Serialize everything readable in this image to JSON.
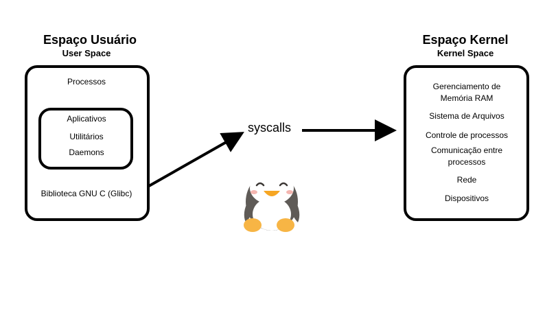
{
  "user_space": {
    "title": "Espaço Usuário",
    "subtitle": "User Space",
    "top_label": "Processos",
    "inner_items": [
      "Aplicativos",
      "Utilitários",
      "Daemons"
    ],
    "bottom_label": "Biblioteca GNU C (Glibc)"
  },
  "syscalls_label": "syscalls",
  "kernel_space": {
    "title": "Espaço Kernel",
    "subtitle": "Kernel Space",
    "items": [
      "Gerenciamento de Memória RAM",
      "Sistema de Arquivos",
      "Controle de processos",
      "Comunicação entre processos",
      "Rede",
      "Dispositivos"
    ]
  },
  "colors": {
    "line": "#000000",
    "penguin_body": "#5f5b57",
    "penguin_belly": "#ffffff",
    "penguin_beak": "#f6a623",
    "penguin_feet": "#f7b545"
  },
  "mascot_icon": "penguin-icon"
}
